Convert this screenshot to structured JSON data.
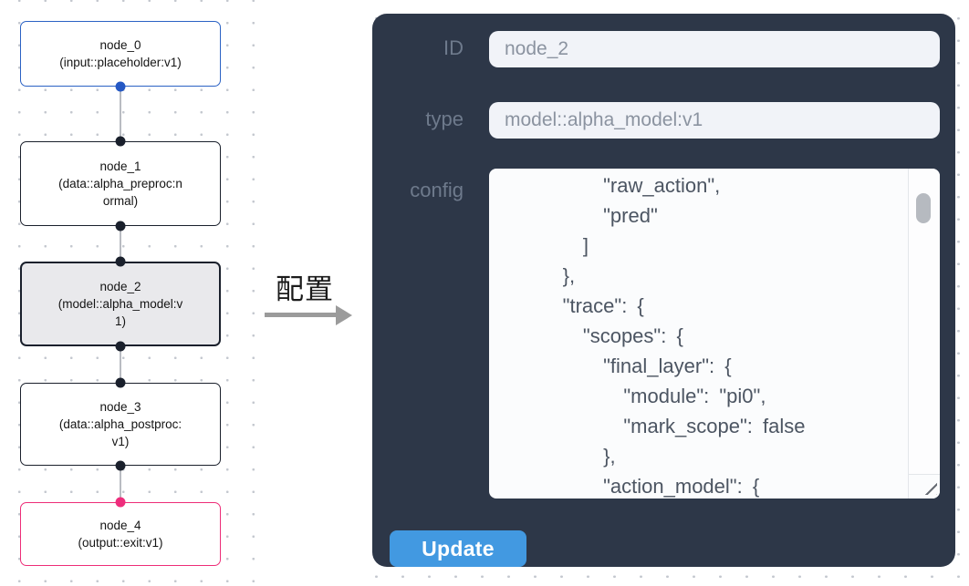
{
  "flow": {
    "nodes": [
      {
        "title": "node_0",
        "subtitle": "(input::placeholder:v1)",
        "kind": "input"
      },
      {
        "title": "node_1",
        "subtitle": "(data::alpha_preproc:normal)",
        "kind": "default"
      },
      {
        "title": "node_2",
        "subtitle": "(model::alpha_model:v1)",
        "kind": "selected"
      },
      {
        "title": "node_3",
        "subtitle": "(data::alpha_postproc:v1)",
        "kind": "default"
      },
      {
        "title": "node_4",
        "subtitle": "(output::exit:v1)",
        "kind": "output"
      }
    ]
  },
  "middle": {
    "label": "配置"
  },
  "panel": {
    "id_label": "ID",
    "id_value": "node_2",
    "type_label": "type",
    "type_value": "model::alpha_model:v1",
    "config_label": "config",
    "config_text": "          \"raw_action\",\n          \"pred\"\n        ]\n      },\n      \"trace\": {\n        \"scopes\": {\n          \"final_layer\": {\n            \"module\": \"pi0\",\n            \"mark_scope\": false\n          },\n          \"action_model\": {",
    "update_label": "Update"
  },
  "colors": {
    "panel_bg": "#2d3748",
    "accent_blue": "#4299e1",
    "node_input_border": "#2b62c4",
    "node_output_border": "#ed2d78",
    "node_selected_bg": "#e9e9ec",
    "handle_dark": "#1a202c",
    "edge_gray": "#b9bcc2"
  }
}
